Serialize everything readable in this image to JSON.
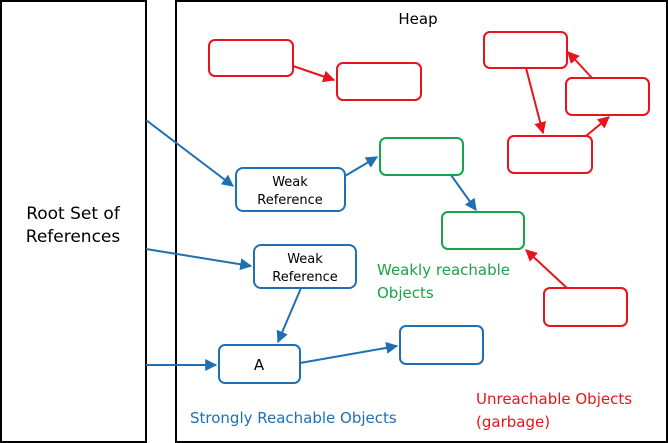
{
  "root_set": {
    "line1": "Root Set of",
    "line2": "References"
  },
  "heap": {
    "title": "Heap"
  },
  "weak_ref_1": {
    "line1": "Weak",
    "line2": "Reference"
  },
  "weak_ref_2": {
    "line1": "Weak",
    "line2": "Reference"
  },
  "object_a": {
    "label": "A"
  },
  "labels": {
    "weakly_line1": "Weakly reachable",
    "weakly_line2": "Objects",
    "strongly": "Strongly Reachable Objects",
    "unreachable_line1": "Unreachable Objects",
    "unreachable_line2": "(garbage)"
  },
  "colors": {
    "blue": "#1f6fb5",
    "green": "#1aa34a",
    "red": "#e8141c",
    "black": "#000000"
  }
}
